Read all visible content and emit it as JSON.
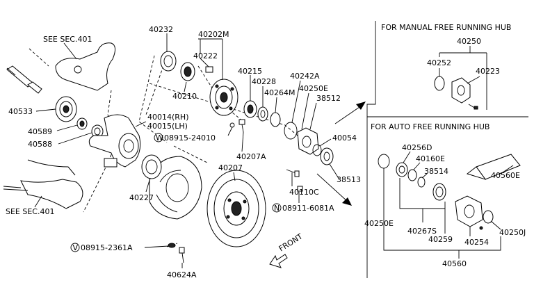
{
  "sections": {
    "manual_title": "FOR MANUAL FREE RUNNING HUB",
    "auto_title": "FOR AUTO FREE RUNNING HUB"
  },
  "refs": {
    "see_sec_top": "SEE SEC.401",
    "see_sec_bottom": "SEE SEC.401"
  },
  "labels": {
    "p40232": "40232",
    "p40202M": "40202M",
    "p40222": "40222",
    "p40210": "40210",
    "p40215": "40215",
    "p40228": "40228",
    "p40264M": "40264M",
    "p40242A": "40242A",
    "p40250E_top": "40250E",
    "p38512": "38512",
    "p40533": "40533",
    "p40589": "40589",
    "p40588": "40588",
    "p40014": "40014(RH)",
    "p40015": "40015(LH)",
    "p08915_24010": "08915-24010",
    "p40207A": "40207A",
    "p40054": "40054",
    "p40207": "40207",
    "p40227": "40227",
    "p40110C": "40110C",
    "p38513": "38513",
    "p08911_6081A": "08911-6081A",
    "p08915_2361A": "08915-2361A",
    "p40624A": "40624A",
    "p40250": "40250",
    "p40252": "40252",
    "p40223": "40223",
    "p40256D": "40256D",
    "p40160E": "40160E",
    "p38514": "38514",
    "p40560E": "40560E",
    "p40250E_auto": "40250E",
    "p40267S": "40267S",
    "p40259": "40259",
    "p40254": "40254",
    "p40250J": "40250J",
    "p40560": "40560"
  },
  "markers": {
    "w": "W",
    "n": "N",
    "v": "V"
  },
  "front": "FRONT"
}
